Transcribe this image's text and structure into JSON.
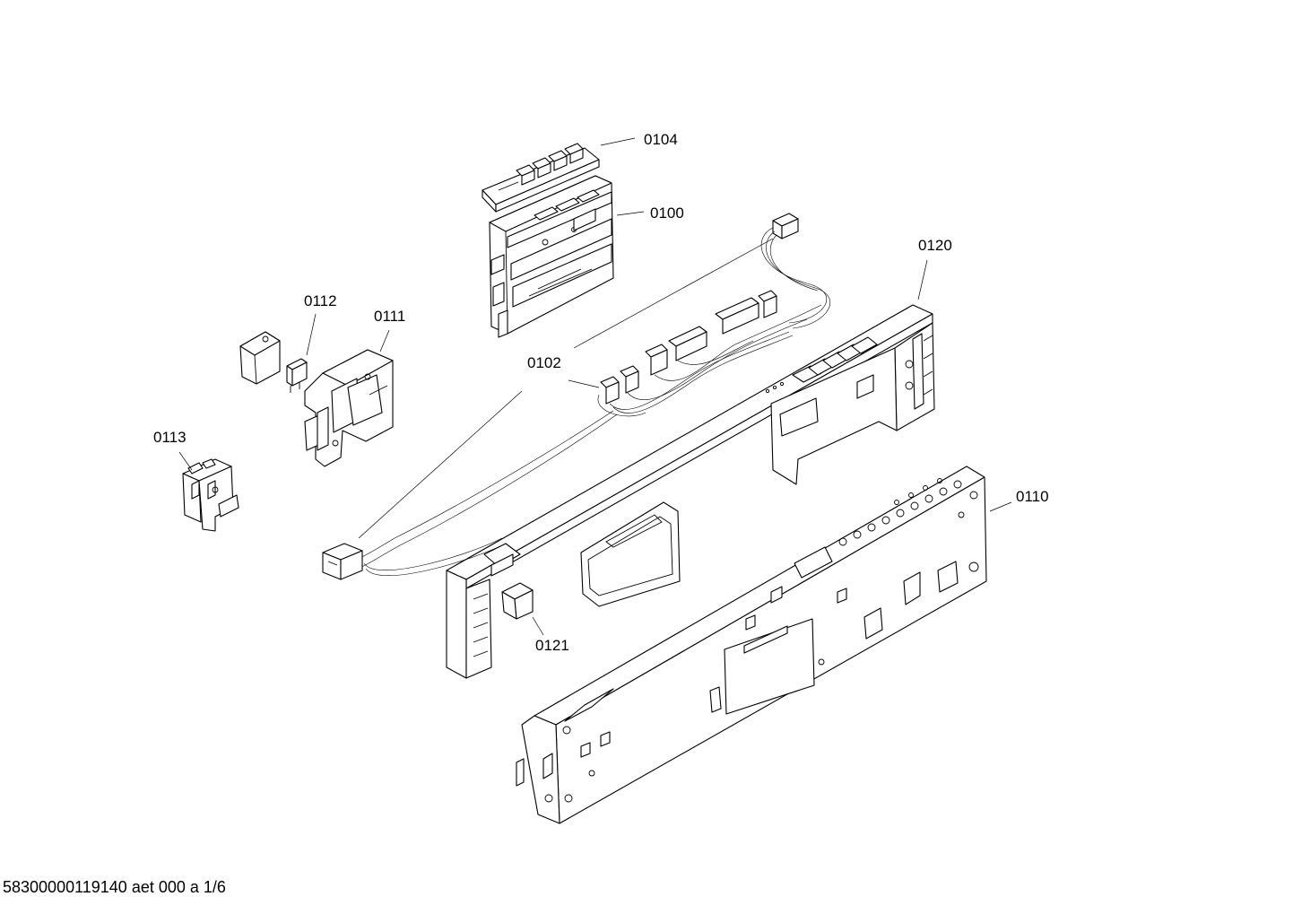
{
  "callouts": {
    "p0104": "0104",
    "p0100": "0100",
    "p0120": "0120",
    "p0112": "0112",
    "p0111": "0111",
    "p0102": "0102",
    "p0113": "0113",
    "p0110": "0110",
    "p0121": "0121"
  },
  "footer": "58300000119140 aet 000 a 1/6"
}
